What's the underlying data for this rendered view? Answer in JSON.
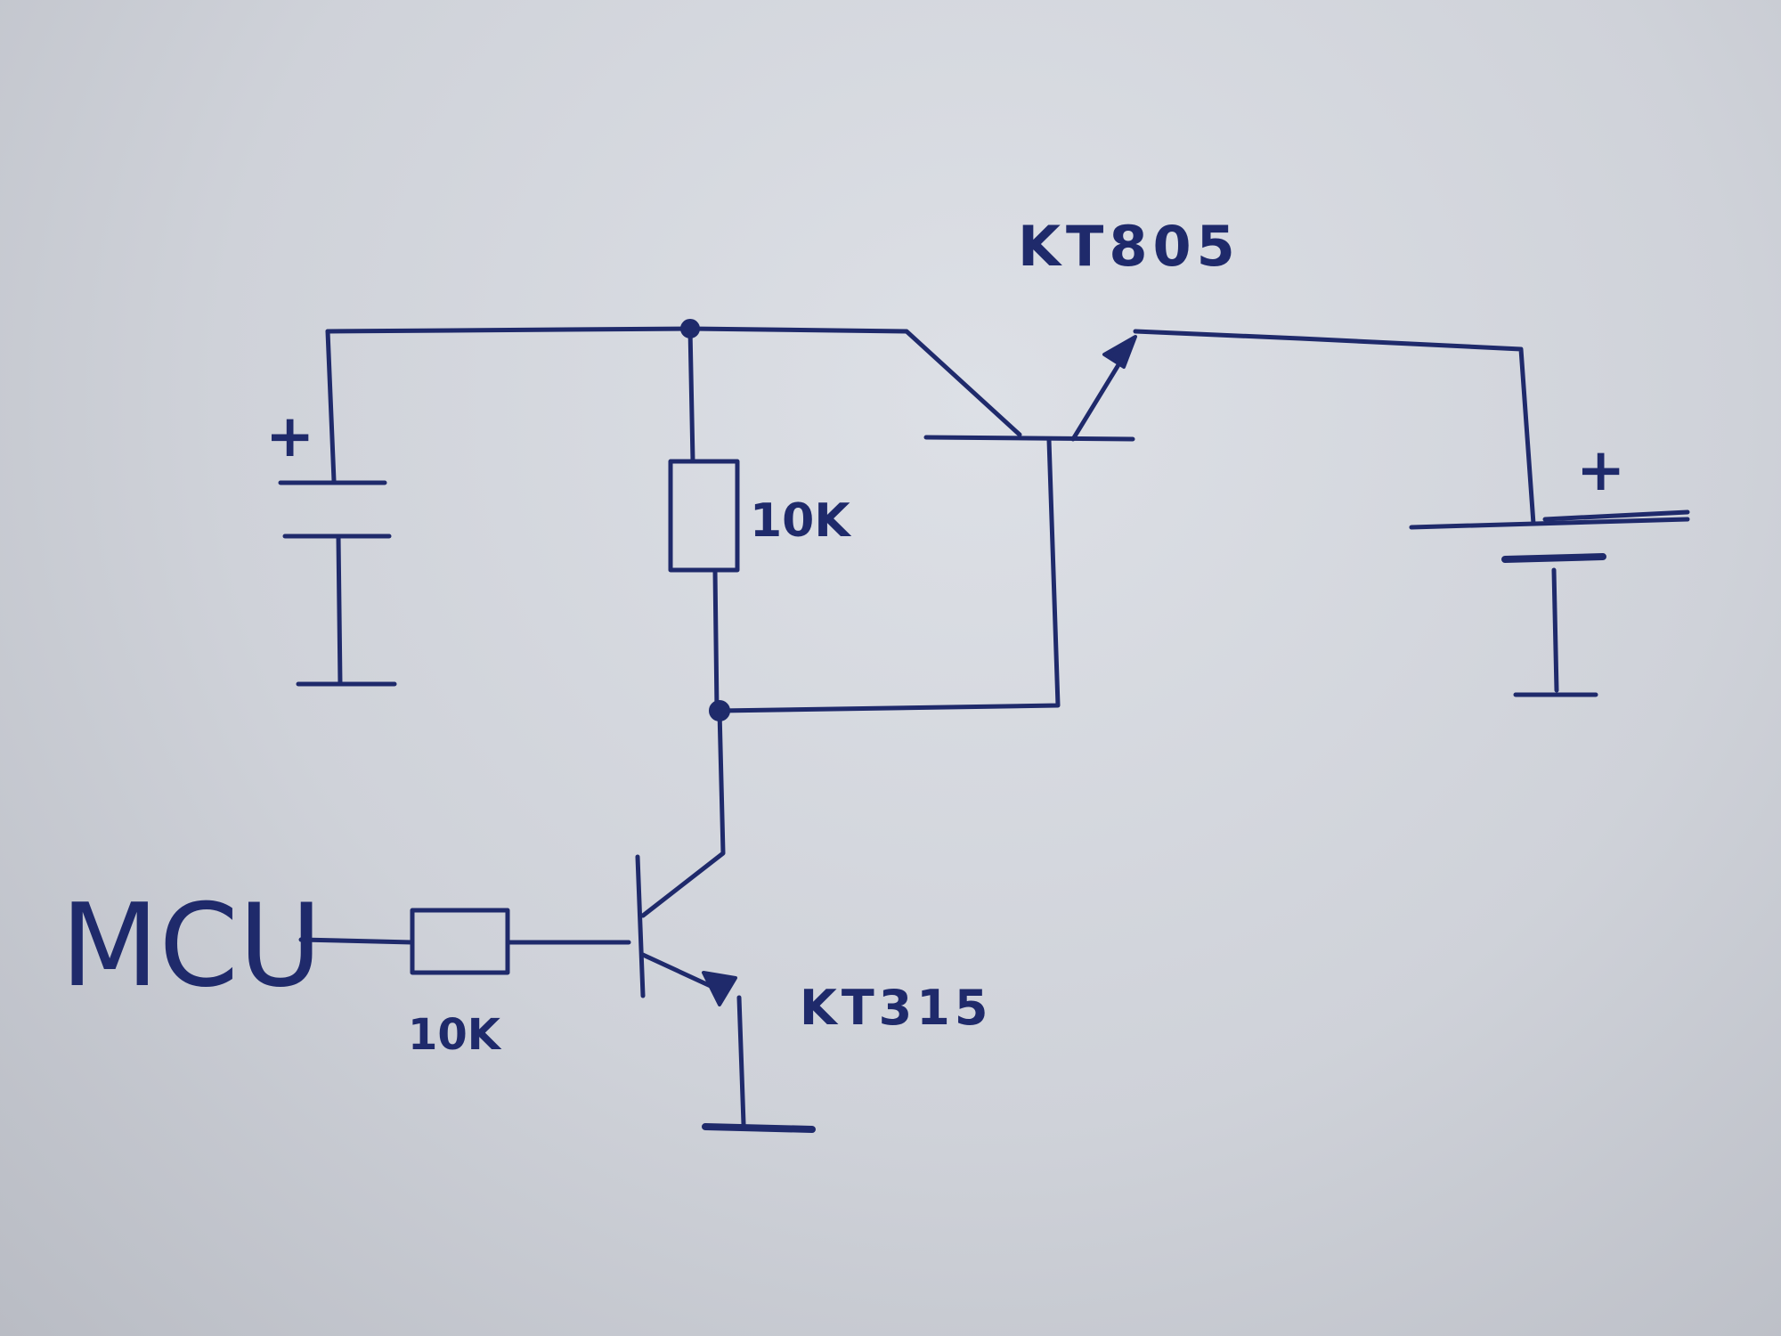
{
  "labels": {
    "mcu": "MCU",
    "r_base_value": "10K",
    "r_collector_value": "10K",
    "q_driver": "KT315",
    "q_power": "KT805",
    "plus_left": "+",
    "plus_right": "+"
  },
  "colors": {
    "ink": "#1f2a6b",
    "paper": "#d4d7de"
  }
}
